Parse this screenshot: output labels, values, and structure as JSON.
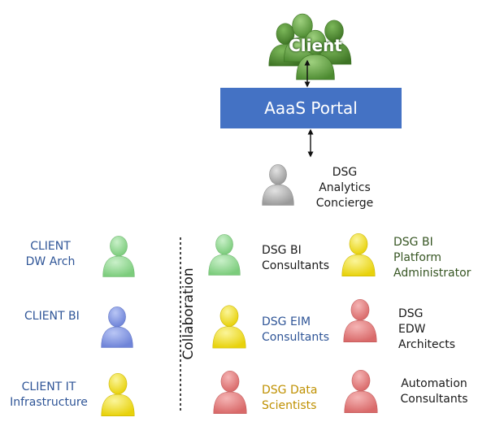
{
  "client": {
    "label": "Client"
  },
  "portal": {
    "label": "AaaS Portal"
  },
  "concierge": {
    "line1": "DSG",
    "line2": "Analytics",
    "line3": "Concierge"
  },
  "collaboration": {
    "label": "Collaboration"
  },
  "left_roles": [
    {
      "line1": "CLIENT",
      "line2": "DW Arch"
    },
    {
      "line1": "CLIENT BI",
      "line2": ""
    },
    {
      "line1": "CLIENT IT",
      "line2": "Infrastructure"
    }
  ],
  "right_roles": {
    "bi_consultants": {
      "line1": "DSG BI",
      "line2": "Consultants"
    },
    "bi_platform": {
      "line1": "DSG BI",
      "line2": "Platform",
      "line3": "Administrator"
    },
    "eim_consultants": {
      "line1": "DSG EIM",
      "line2": "Consultants"
    },
    "edw_architects": {
      "line1": "DSG",
      "line2": "EDW",
      "line3": "Architects"
    },
    "data_scientists": {
      "line1": "DSG Data",
      "line2": "Scientists"
    },
    "automation": {
      "line1": "Automation",
      "line2": "Consultants"
    }
  },
  "colors": {
    "portal": "#4472c4",
    "client_group": "#5a9a3c",
    "gray": "#a6a6a6",
    "green": "#8fd48f",
    "blue": "#7f93e0",
    "yellow": "#f2e12a",
    "red": "#e87c7c"
  }
}
